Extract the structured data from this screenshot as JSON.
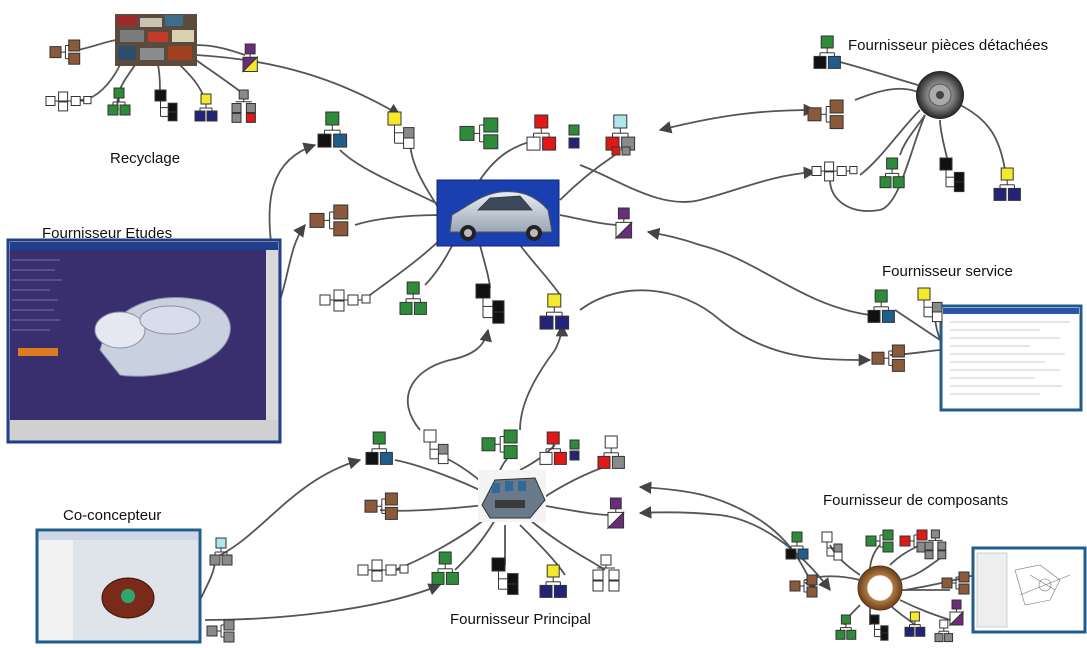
{
  "labels": {
    "recyclage": "Recyclage",
    "fournisseur_etudes": "Fournisseur Etudes",
    "fournisseur_pieces": "Fournisseur pièces détachées",
    "fournisseur_service": "Fournisseur service",
    "co_concepteur": "Co-concepteur",
    "fournisseur_principal": "Fournisseur Principal",
    "fournisseur_composants": "Fournisseur de composants"
  },
  "colors": {
    "brown": "#8a5a3a",
    "green": "#2e8b3a",
    "black": "#111111",
    "blue": "#1f5d8c",
    "navy": "#23237a",
    "yellow": "#f4ea2a",
    "red": "#e01818",
    "purple": "#6a2d7a",
    "gray": "#8a8a8a",
    "lightcyan": "#aee6ec",
    "white": "#ffffff",
    "car_bg": "#1a3fb0",
    "cad_bg": "#3a2f6e"
  }
}
